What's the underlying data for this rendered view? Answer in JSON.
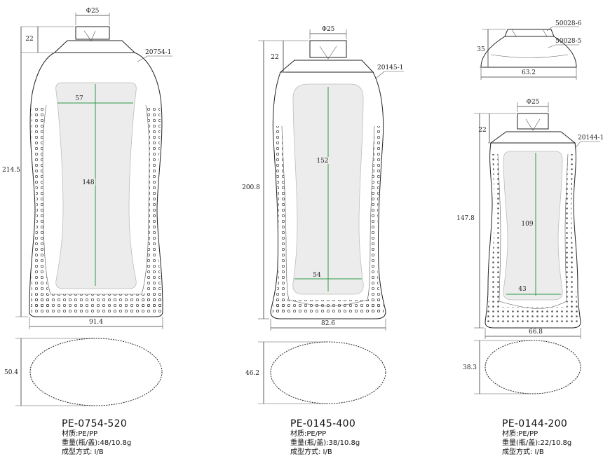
{
  "products": [
    {
      "id": "1",
      "model": "PE-0754-520",
      "part_no": "20754-1",
      "material": "材质:PE/PP",
      "weight": "重量(瓶/盖):48/10.8g",
      "molding": "成型方式: I/B",
      "dims": {
        "neck": "Φ25",
        "cap_h": "22",
        "height": "214.5",
        "label_w": "57",
        "label_h": "148",
        "width": "91.4",
        "depth": "50.4"
      }
    },
    {
      "id": "2",
      "model": "PE-0145-400",
      "part_no": "20145-1",
      "material": "材质:PE/PP",
      "weight": "重量(瓶/盖):38/10.8g",
      "molding": "成型方式: I/B",
      "dims": {
        "neck": "Φ25",
        "cap_h": "22",
        "height": "200.8",
        "label_h": "152",
        "label_w": "54",
        "width": "82.6",
        "depth": "46.2"
      }
    },
    {
      "id": "3",
      "model": "PE-0144-200",
      "part_no": "20144-1",
      "material": "材质:PE/PP",
      "weight": "重量(瓶/盖):22/10.8g",
      "molding": "成型方式: I/B",
      "dims": {
        "neck": "Φ25",
        "cap_h": "22",
        "height": "147.8",
        "label_h": "109",
        "label_w": "43",
        "width": "66.8",
        "depth": "38.3"
      }
    }
  ],
  "cap": {
    "part_top": "50028-6",
    "part_bottom": "50028-5",
    "height": "35",
    "width": "63.2"
  }
}
